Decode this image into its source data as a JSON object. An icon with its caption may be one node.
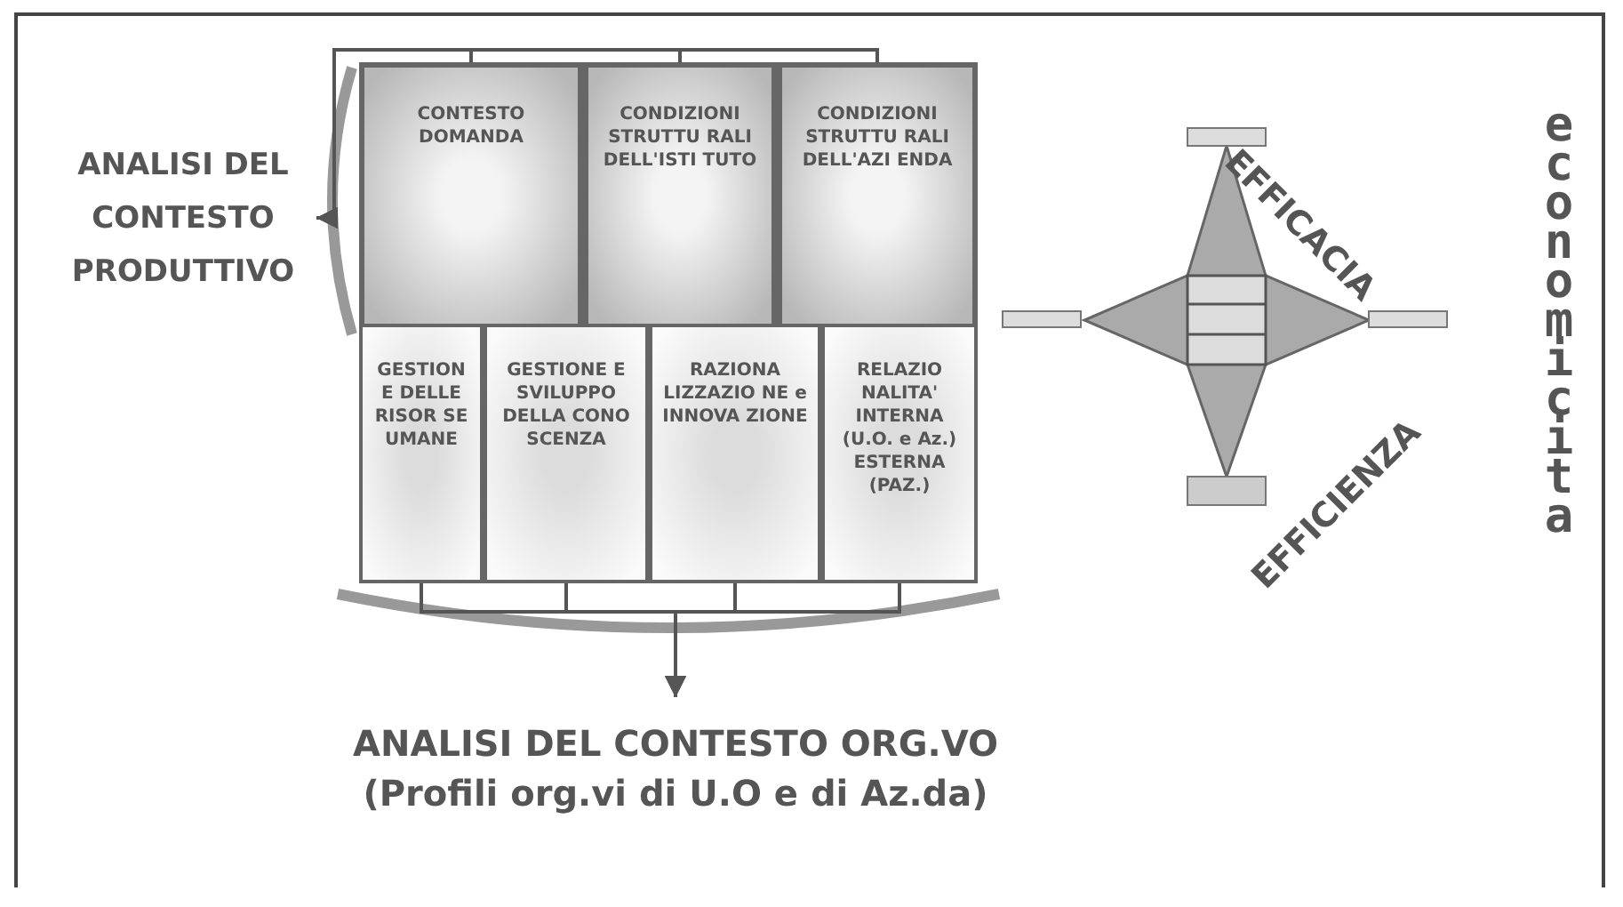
{
  "diagram": {
    "nodes": [
      {
        "text": [
          "ANALISI DEL CONTESTO PRODUTTIVO"
        ]
      },
      {
        "text": [
          "CONTESTO DOMANDA"
        ]
      },
      {
        "text": [
          "CONDIZIONI STRUTTU RALI DELL'ISTI TUTO"
        ]
      },
      {
        "text": [
          "CONDIZIONI STRUTTU RALI DELL'AZI ENDA"
        ]
      },
      {
        "text": [
          "GESTION E DELLE RISOR SE UMANE"
        ]
      },
      {
        "text": [
          "GESTIONE E SVILUPPO DELLA CONO SCENZA"
        ]
      },
      {
        "text": [
          "RAZIONA LIZZAZIO NE e INNOVA ZIONE"
        ]
      },
      {
        "text": [
          "RELAZIO NALITA' INTERNA (U.O. e Az.) ESTERNA (PAZ.)"
        ]
      },
      {
        "text": [
          "ANALISI DEL CONTESTO ORG.VO",
          "(Profili org.vi di U.O e di Az.da)"
        ]
      }
    ],
    "edges": [
      {
        "from": 1,
        "to": 0,
        "arrow": "to"
      },
      {
        "from": 2,
        "to": 0,
        "arrow": "to"
      },
      {
        "from": 3,
        "to": 0,
        "arrow": "to"
      },
      {
        "from": 4,
        "to": 8,
        "arrow": "to"
      },
      {
        "from": 5,
        "to": 8,
        "arrow": "to"
      },
      {
        "from": 6,
        "to": 8,
        "arrow": "to"
      },
      {
        "from": 7,
        "to": 8,
        "arrow": "to"
      }
    ],
    "labels": [
      "EFFICACIA",
      "EFFICIENZA",
      "economicita"
    ]
  }
}
